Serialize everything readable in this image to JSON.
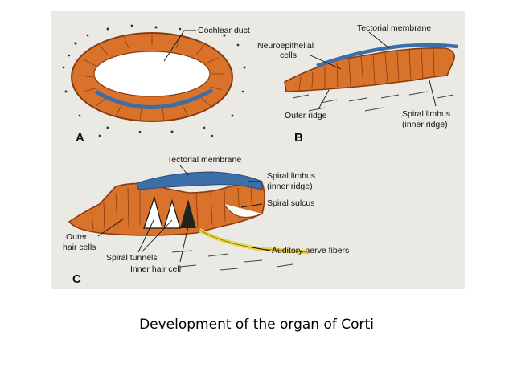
{
  "figure": {
    "panels": {
      "a": {
        "letter": "A",
        "label_cochlear_duct": "Cochlear duct"
      },
      "b": {
        "letter": "B",
        "label_tectorial_membrane": "Tectorial membrane",
        "label_neuroepithelial_l1": "Neuroepithelial",
        "label_neuroepithelial_l2": "cells",
        "label_outer_ridge": "Outer ridge",
        "label_spiral_limbus_l1": "Spiral limbus",
        "label_spiral_limbus_l2": "(inner ridge)"
      },
      "c": {
        "letter": "C",
        "label_tectorial_membrane": "Tectorial membrane",
        "label_spiral_limbus_l1": "Spiral limbus",
        "label_spiral_limbus_l2": "(inner ridge)",
        "label_spiral_sulcus": "Spiral sulcus",
        "label_outer_hair_cells_l1": "Outer",
        "label_outer_hair_cells_l2": "hair cells",
        "label_spiral_tunnels": "Spiral tunnels",
        "label_inner_hair_cell": "Inner hair cell",
        "label_auditory_nerve_fibers": "Auditory nerve fibers"
      }
    },
    "colors": {
      "epithelium": "#d9722a",
      "epithelium_dark": "#8a3c10",
      "membrane": "#3c6ea8",
      "nerve": "#e8d24a",
      "background": "#eae9e3"
    }
  },
  "caption": "Development of the organ of Corti"
}
